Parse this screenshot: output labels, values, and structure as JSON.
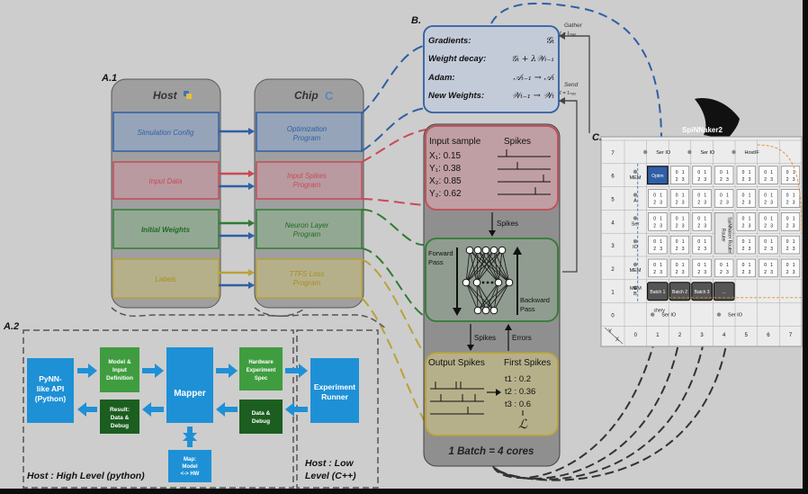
{
  "labels": {
    "a1": "A.1",
    "a2": "A.2",
    "b": "B.",
    "c": "C.",
    "host": "Host",
    "chip": "Chip",
    "spinnaker": "SpiNNaker2"
  },
  "host_items": [
    "Simulation Config",
    "Input Data",
    "Initial Weights",
    "Labels"
  ],
  "chip_items": [
    [
      "Optimization",
      "Program"
    ],
    [
      "Input Spikes",
      "Program"
    ],
    [
      "Neuron Layer",
      "Program"
    ],
    [
      "TTFS Loss",
      "Program"
    ]
  ],
  "colors": {
    "blue": "#2f5fa5",
    "red": "#c84a55",
    "green": "#2e7d32",
    "yellow": "#b8a23a",
    "flow": "#1e90d6",
    "flow_dark": "#1b5e20",
    "flow_light": "#3f9d3f"
  },
  "update_box": {
    "rows": [
      {
        "label": "Gradients:",
        "expr": "𝒢ₜ"
      },
      {
        "label": "Weight decay:",
        "expr": "𝒢ₜ + λ𝒲ₜ₋₁"
      },
      {
        "label": "Adam:",
        "expr": "𝒜ₜ₋₁ → 𝒜ₜ"
      },
      {
        "label": "New Weights:",
        "expr": "𝒲ₜ₋₁ → 𝒲ₜ"
      }
    ],
    "gather": [
      "Gather",
      "t = tₘₐₓ"
    ],
    "send": [
      "Send",
      "t = tₘₐₓ"
    ]
  },
  "input_sample": {
    "title": "Input sample",
    "spikes_title": "Spikes",
    "values": [
      "X₁: 0.15",
      "Y₁: 0.38",
      "X₂: 0.85",
      "Y₂: 0.62"
    ]
  },
  "network": {
    "forward": [
      "Forward",
      "Pass"
    ],
    "backward": [
      "Backward",
      "Pass"
    ],
    "spikes_label": "Spikes",
    "spikes2": "Spikes",
    "errors": "Errors"
  },
  "output": {
    "title": "Output Spikes",
    "first_title": "First Spikes",
    "values": [
      "t1 : 0.2",
      "t2 : 0.36",
      "t3 : 0.6"
    ],
    "loss": "ℒ"
  },
  "batch_label": "1 Batch = 4 cores",
  "software": {
    "pynn": [
      "PyNN-",
      "like API",
      "(Python)"
    ],
    "model": [
      "Model &",
      "Input",
      "Definition"
    ],
    "result": [
      "Result:",
      "Data &",
      "Debug"
    ],
    "mapper": "Mapper",
    "hw_spec": [
      "Hardware",
      "Experiment",
      "Spec"
    ],
    "data_debug": [
      "Data &",
      "Debug"
    ],
    "map": [
      "Map:",
      "Model",
      "<-> HW"
    ],
    "runner": [
      "Experiment",
      "Runner"
    ],
    "host_high": "Host : High Level (python)",
    "host_low": [
      "Host : Low",
      "Level (C++)"
    ]
  },
  "grid": {
    "rows": [
      "7",
      "6",
      "5",
      "4",
      "3",
      "2",
      "1",
      "0"
    ],
    "cols": [
      "0",
      "1",
      "2",
      "3",
      "4",
      "5",
      "6",
      "7"
    ],
    "y_axis": "Y",
    "x_axis": "X",
    "ser_io": "Ser IO",
    "host_if": "HostIF",
    "optim": "Optim",
    "batches": [
      "Batch 1",
      "Batch 2",
      "Batch 3",
      "..."
    ],
    "mem": "MEM",
    "ser": "Ser",
    "io": "IO",
    "router": "Router",
    "spinnaker_label": "SpiNNaker Router",
    "chery": "chery",
    "core_nums": [
      "0",
      "1",
      "2",
      "3"
    ],
    "side_a": "A",
    "side_b": "B"
  }
}
